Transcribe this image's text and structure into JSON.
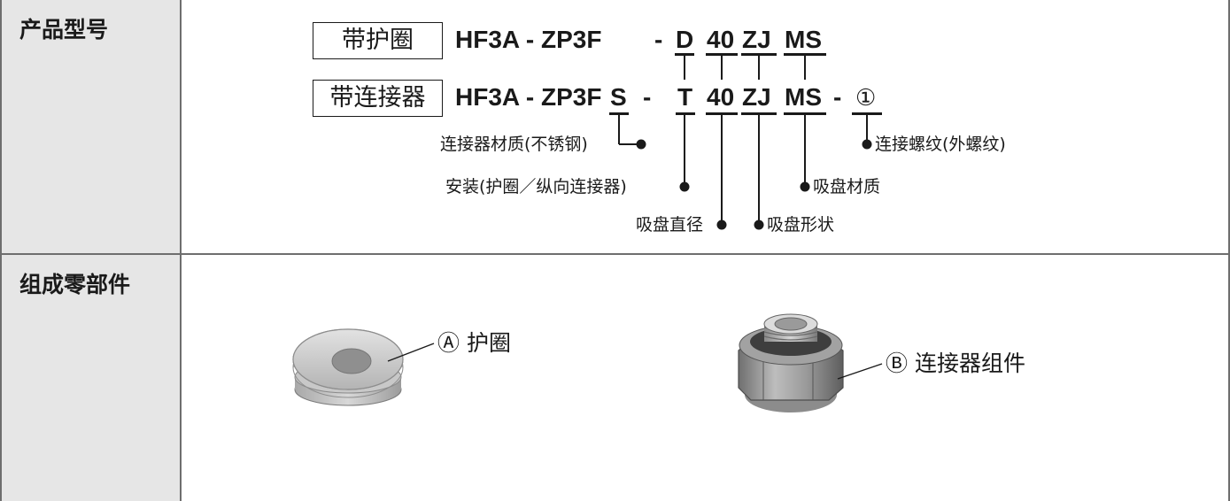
{
  "row1": {
    "label": "产品型号",
    "line1": {
      "box": "带护圈",
      "model": "HF3A - ZP3F",
      "dash": "-",
      "codes": [
        "D",
        "40",
        "ZJ",
        "MS"
      ]
    },
    "line2": {
      "box": "带连接器",
      "model": "HF3A - ZP3F",
      "codes": [
        "S",
        "-",
        "T",
        "40",
        "ZJ",
        "MS",
        "-",
        "①"
      ]
    },
    "notes": {
      "material": "连接器材质(不锈钢)",
      "thread": "连接螺纹(外螺纹)",
      "mount": "安装(护圈／纵向连接器)",
      "pad_material": "吸盘材质",
      "diameter": "吸盘直径",
      "shape": "吸盘形状"
    }
  },
  "row2": {
    "label": "组成零部件",
    "parts": [
      {
        "callout": "Ⓐ 护圈"
      },
      {
        "callout": "Ⓑ 连接器组件"
      }
    ]
  },
  "colors": {
    "label_bg": "#e6e6e6",
    "grid": "#6e6e6e",
    "ink": "#1a1a1a"
  }
}
